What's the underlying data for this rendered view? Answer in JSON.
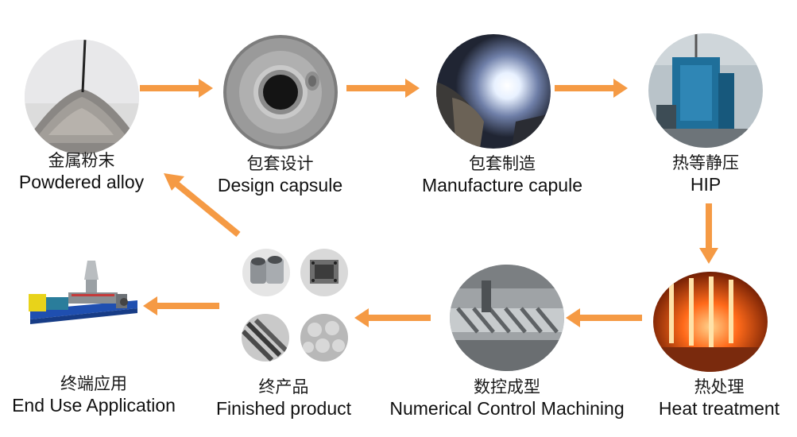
{
  "arrow_color": "#F59A44",
  "steps": [
    {
      "zh": "金属粉末",
      "en": "Powdered alloy"
    },
    {
      "zh": "包套设计",
      "en": "Design capsule"
    },
    {
      "zh": "包套制造",
      "en": "Manufacture capule"
    },
    {
      "zh": "热等静压",
      "en": "HIP"
    },
    {
      "zh": "热处理",
      "en": "Heat treatment"
    },
    {
      "zh": "数控成型",
      "en": "Numerical Control Machining"
    },
    {
      "zh": "终产品",
      "en": "Finished product"
    },
    {
      "zh": "终端应用",
      "en": "End Use Application"
    }
  ]
}
